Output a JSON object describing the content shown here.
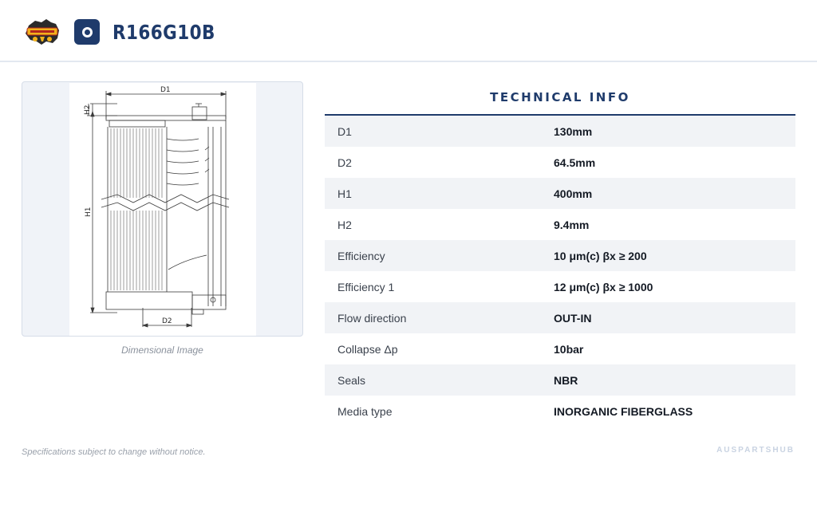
{
  "header": {
    "part_number": "R166G10B",
    "logo_icon": "aus-parts-hub-logo-icon",
    "brand_icon": "ring-icon",
    "brand_color": "#1f3b6b"
  },
  "image_panel": {
    "caption": "Dimensional Image",
    "dimension_labels": {
      "d1": "D1",
      "d2": "D2",
      "h1": "H1",
      "h2": "H2"
    }
  },
  "technical_info": {
    "title": "TECHNICAL INFO",
    "rows": [
      {
        "label": "D1",
        "value": "130mm"
      },
      {
        "label": "D2",
        "value": "64.5mm"
      },
      {
        "label": "H1",
        "value": "400mm"
      },
      {
        "label": "H2",
        "value": "9.4mm"
      },
      {
        "label": "Efficiency",
        "value": "10 μm(c) βx ≥ 200"
      },
      {
        "label": "Efficiency 1",
        "value": "12 μm(c) βx ≥ 1000"
      },
      {
        "label": "Flow direction",
        "value": "OUT-IN"
      },
      {
        "label": "Collapse Δp",
        "value": "10bar"
      },
      {
        "label": "Seals",
        "value": "NBR"
      },
      {
        "label": "Media type",
        "value": "INORGANIC FIBERGLASS"
      }
    ]
  },
  "footer": {
    "disclaimer": "Specifications subject to change without notice.",
    "brand": "AUSPARTSHUB"
  }
}
